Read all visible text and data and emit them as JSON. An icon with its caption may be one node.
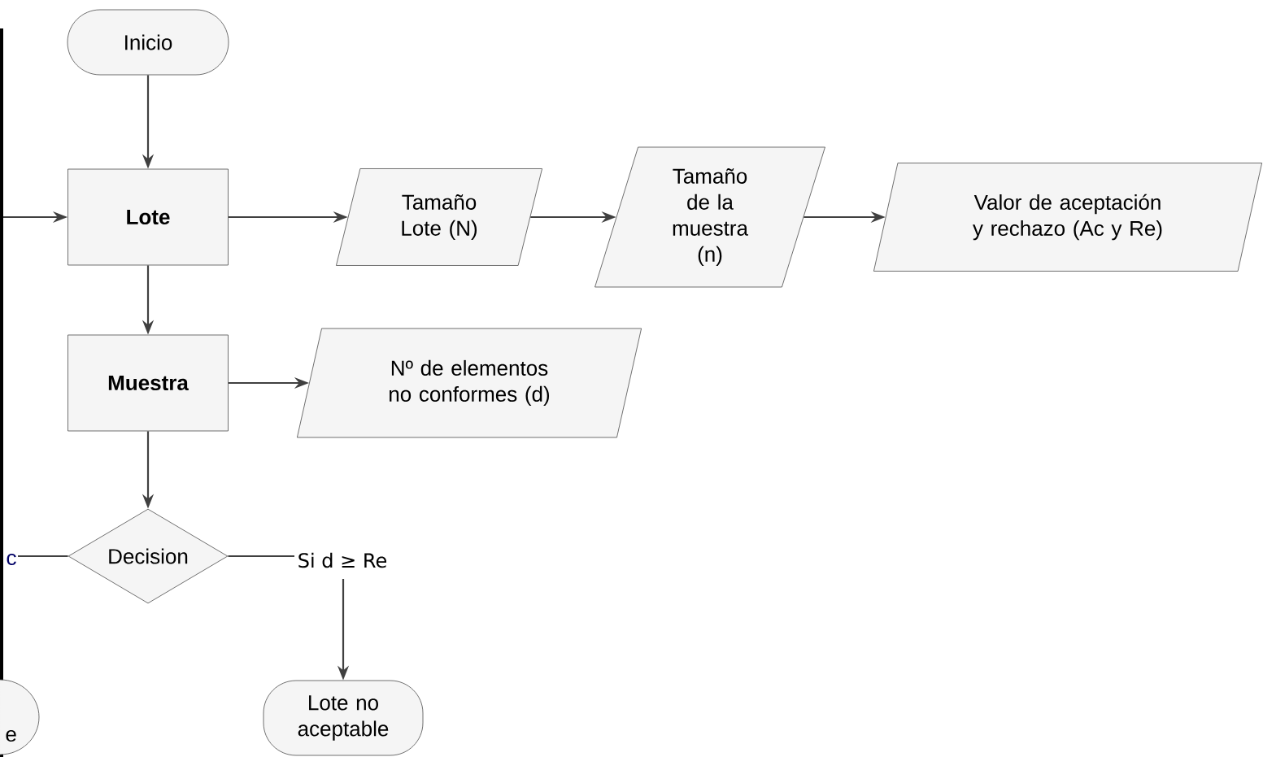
{
  "diagram": {
    "nodes": [
      {
        "text": [
          "Inicio"
        ]
      },
      {
        "text": [
          "Lote"
        ]
      },
      {
        "text": [
          "Tamaño Lote (N)"
        ]
      },
      {
        "text": [
          "Tamaño de la muestra (n)"
        ]
      },
      {
        "text": [
          "Valor de aceptación y rechazo (Ac y Re)"
        ]
      },
      {
        "text": [
          "Muestra"
        ]
      },
      {
        "text": [
          "Nº de elementos no conformes (d)"
        ]
      },
      {
        "text": [
          "Decision"
        ]
      },
      {
        "text": [
          "Lote no aceptable"
        ]
      },
      {
        "text": [
          "e"
        ]
      }
    ],
    "edges": [
      {
        "from": null,
        "to": 1,
        "arrow": "to"
      },
      {
        "from": 0,
        "to": 1,
        "arrow": "to"
      },
      {
        "from": 1,
        "to": 2,
        "arrow": "to"
      },
      {
        "from": 2,
        "to": 3,
        "arrow": "to"
      },
      {
        "from": 3,
        "to": 4,
        "arrow": "to"
      },
      {
        "from": 1,
        "to": 5,
        "arrow": "to"
      },
      {
        "from": 5,
        "to": 6,
        "arrow": "to"
      },
      {
        "from": 5,
        "to": 7,
        "arrow": "to"
      },
      {
        "from": 7,
        "to": 8,
        "arrow": "to",
        "label": "Si d ≥ Re"
      },
      {
        "from": 7,
        "to": null,
        "arrow": "none",
        "label": "c"
      }
    ]
  }
}
